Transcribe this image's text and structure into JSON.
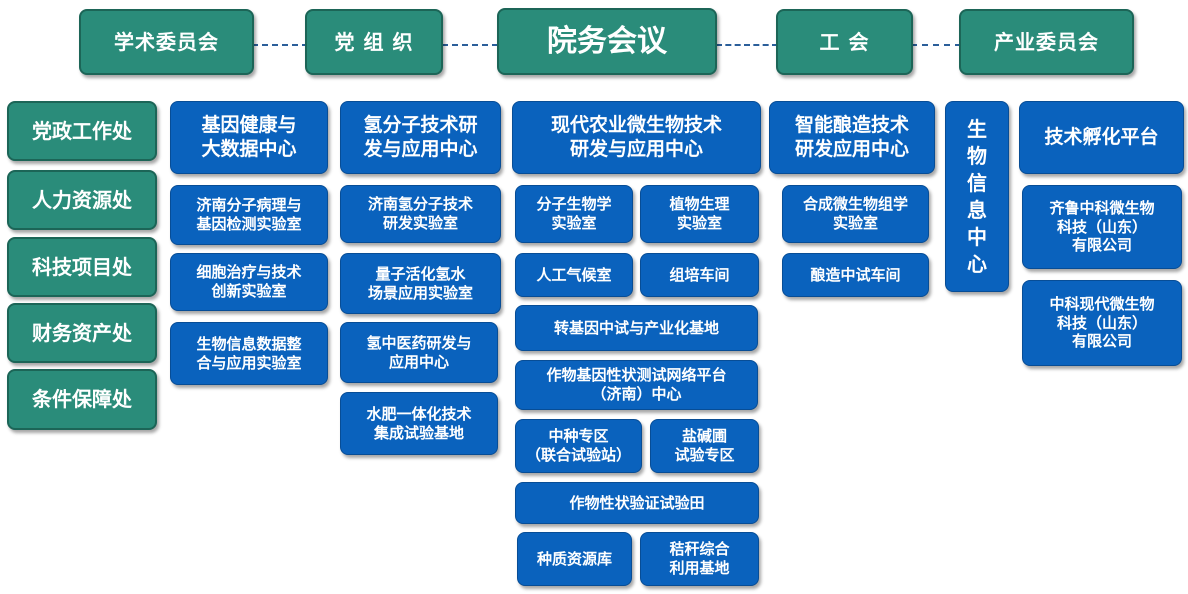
{
  "colors": {
    "teal": "#2a8c7a",
    "blue": "#0a62bd",
    "connector": "#2b5f9a"
  },
  "top_row": {
    "academic": "学术委员会",
    "party": "党 组 织",
    "meeting": "院务会议",
    "union": "工    会",
    "industry": "产业委员会"
  },
  "departments": [
    "党政工作处",
    "人力资源处",
    "科技项目处",
    "财务资产处",
    "条件保障处"
  ],
  "gene_health": {
    "title": "基因健康与\n大数据中心",
    "labs": [
      "济南分子病理与\n基因检测实验室",
      "细胞治疗与技术\n创新实验室",
      "生物信息数据整\n合与应用实验室"
    ]
  },
  "hydrogen": {
    "title": "氢分子技术研\n发与应用中心",
    "labs": [
      "济南氢分子技术\n研发实验室",
      "量子活化氢水\n场景应用实验室",
      "氢中医药研发与\n应用中心",
      "水肥一体化技术\n集成试验基地"
    ]
  },
  "microbe_agri": {
    "title": "现代农业微生物技术\n研发与应用中心",
    "molecular_lab": "分子生物学\n实验室",
    "plant_lab": "植物生理\n实验室",
    "climate_room": "人工气候室",
    "tissue_workshop": "组培车间",
    "transgenic_base": "转基因中试与产业化基地",
    "phenotype_platform": "作物基因性状测试网络平台\n（济南）中心",
    "zhongzhong": "中种专区\n（联合试验站）",
    "saline": "盐碱圃\n试验专区",
    "trait_field": "作物性状验证试验田",
    "germplasm": "种质资源库",
    "straw": "秸秆综合\n利用基地"
  },
  "brewing": {
    "title": "智能酿造技术\n研发应用中心",
    "labs": [
      "合成微生物组学\n实验室",
      "酿造中试车间"
    ]
  },
  "bioinfo": "生\n物\n信\n息\n中\n心",
  "incubation": {
    "title": "技术孵化平台",
    "companies": [
      "齐鲁中科微生物\n科技（山东）\n有限公司",
      "中科现代微生物\n科技（山东）\n有限公司"
    ]
  }
}
